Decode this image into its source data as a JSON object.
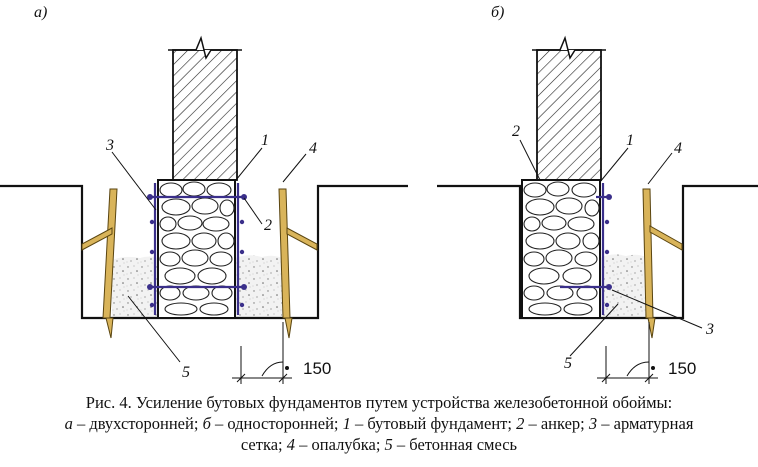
{
  "figure": {
    "panel_a_label": "а)",
    "panel_b_label": "б)",
    "dimension": "150",
    "panel_a_callouts": [
      "1",
      "2",
      "3",
      "4",
      "5"
    ],
    "panel_b_callouts": [
      "1",
      "2",
      "3",
      "4",
      "5"
    ]
  },
  "caption": {
    "line1": "Рис. 4.  Усиление бутовых фундаментов путем устройства железобетонной обоймы:",
    "line2": [
      {
        "key": "а",
        "text": " – двухсторонней; "
      },
      {
        "key": "б",
        "text": " – односторонней; "
      },
      {
        "key": "1",
        "text": " – бутовый фундамент; "
      },
      {
        "key": "2",
        "text": " – анкер; "
      },
      {
        "key": "3",
        "text": " – арматурная"
      }
    ],
    "line3": [
      {
        "key": "",
        "text": "сетка; "
      },
      {
        "key": "4",
        "text": " – опалубка; "
      },
      {
        "key": "5",
        "text": " – бетонная смесь"
      }
    ]
  }
}
